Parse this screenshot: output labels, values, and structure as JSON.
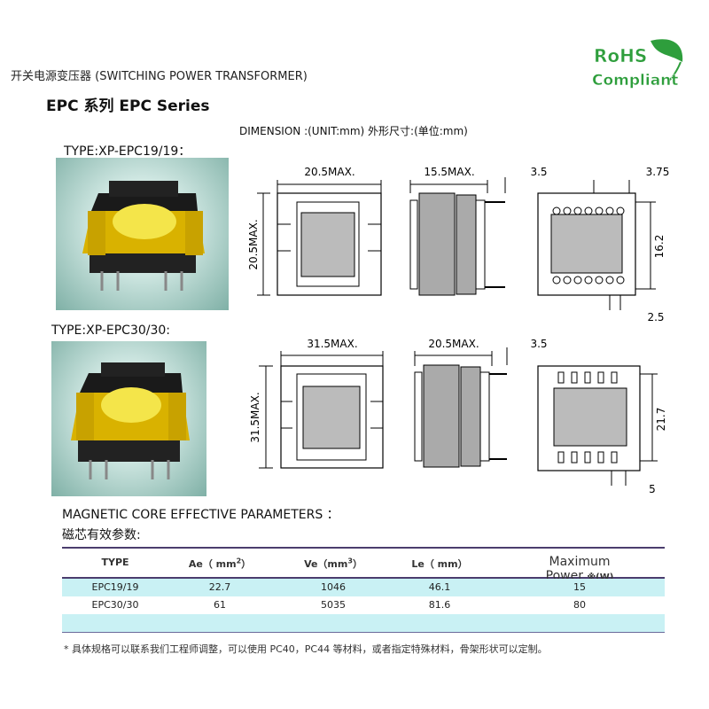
{
  "header": {
    "title": "开关电源变压器 (SWITCHING POWER TRANSFORMER)",
    "series": "EPC 系列  EPC Series",
    "dimension_note": "DIMENSION :(UNIT:mm)  外形尺寸:(单位:mm)"
  },
  "badge": {
    "line1": "RoHS",
    "line2": "Compliant",
    "icon": "leaf-icon"
  },
  "types": [
    {
      "label": "TYPE:XP-EPC19/19：",
      "dims": {
        "front_width": "20.5MAX.",
        "front_height": "20.5MAX.",
        "side_width": "15.5MAX.",
        "pin_len": "3.5",
        "pin_pitch_top": "3.75",
        "bottom_height": "16.2",
        "pin_spacing": "2.5"
      }
    },
    {
      "label": "TYPE:XP-EPC30/30:",
      "dims": {
        "front_width": "31.5MAX.",
        "front_height": "31.5MAX.",
        "side_width": "20.5MAX.",
        "pin_len": "3.5",
        "bottom_height": "21.7",
        "pin_spacing": "5"
      }
    }
  ],
  "parameters": {
    "title": "MAGNETIC CORE EFFECTIVE PARAMETERS  ：",
    "title_cn": "磁芯有效参数:",
    "columns": {
      "type": "TYPE",
      "ae": "Ae（ mm",
      "ae_sup": "2",
      "ae_close": "）",
      "ve": "Ve（mm",
      "ve_sup": "3",
      "ve_close": "）",
      "le": "Le（ mm）",
      "power": "Maximum Power",
      "power_unit": "※(W)"
    },
    "rows": [
      {
        "type": "EPC19/19",
        "ae": "22.7",
        "ve": "1046",
        "le": "46.1",
        "power": "15"
      },
      {
        "type": "EPC30/30",
        "ae": "61",
        "ve": "5035",
        "le": "81.6",
        "power": "80"
      }
    ]
  },
  "footnote": "*  具体规格可以联系我们工程师调整，可以使用 PC40，PC44 等材料，或者指定特殊材料，骨架形状可以定制。"
}
